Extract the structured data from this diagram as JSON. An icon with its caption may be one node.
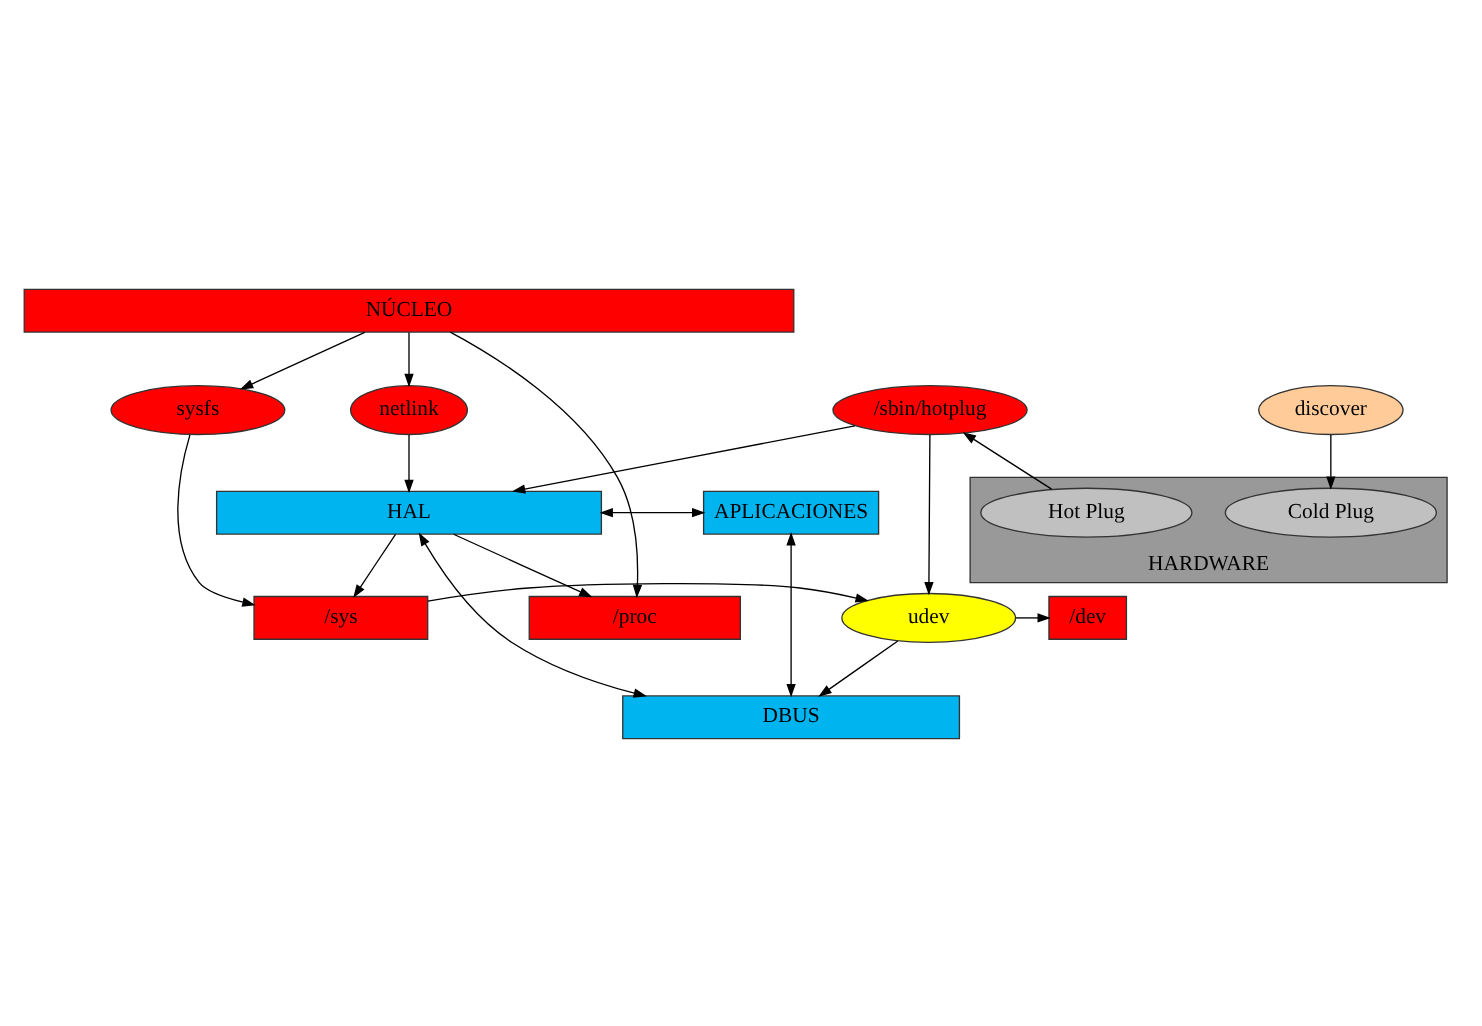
{
  "diagram": {
    "nodes": [
      {
        "text": [
          "HAL"
        ]
      },
      {
        "text": [
          "APLICACIONES"
        ]
      },
      {
        "text": [
          "DBUS"
        ]
      },
      {
        "text": [
          "udev"
        ]
      },
      {
        "text": [
          "/proc"
        ]
      },
      {
        "text": [
          "/sys"
        ]
      },
      {
        "text": [
          "/dev"
        ]
      },
      {
        "text": [
          "netlink"
        ]
      },
      {
        "text": [
          "sysfs"
        ]
      },
      {
        "text": [
          "/sbin/hotplug"
        ]
      },
      {
        "text": [
          "discover"
        ]
      },
      {
        "text": [
          "NÚCLEO"
        ]
      },
      {
        "text": [
          "HARDWARE"
        ]
      },
      {
        "text": [
          "Cold Plug"
        ],
        "in": 12
      },
      {
        "text": [
          "Hot Plug"
        ],
        "in": 12
      }
    ],
    "edges": [
      {
        "from": 0,
        "to": 1,
        "arrow": "both"
      },
      {
        "from": 0,
        "to": 2,
        "arrow": "both"
      },
      {
        "from": 1,
        "to": 2,
        "arrow": "both"
      },
      {
        "from": 3,
        "to": 2,
        "arrow": "to"
      },
      {
        "from": 0,
        "to": 4,
        "arrow": "to"
      },
      {
        "from": 7,
        "to": 0,
        "arrow": "to"
      },
      {
        "from": 0,
        "to": 5,
        "arrow": "to"
      },
      {
        "from": 9,
        "to": 0,
        "arrow": "to"
      },
      {
        "from": 5,
        "to": 3,
        "arrow": "to"
      },
      {
        "from": 3,
        "to": 6,
        "arrow": "to"
      },
      {
        "from": 9,
        "to": 3,
        "arrow": "to"
      },
      {
        "from": 11,
        "to": 4,
        "arrow": "to"
      },
      {
        "from": 11,
        "to": 7,
        "arrow": "to"
      },
      {
        "from": 11,
        "to": 8,
        "arrow": "to"
      },
      {
        "from": 8,
        "to": 5,
        "arrow": "to"
      },
      {
        "from": 14,
        "to": 9,
        "arrow": "to"
      },
      {
        "from": 10,
        "to": 13,
        "arrow": "to"
      }
    ]
  }
}
